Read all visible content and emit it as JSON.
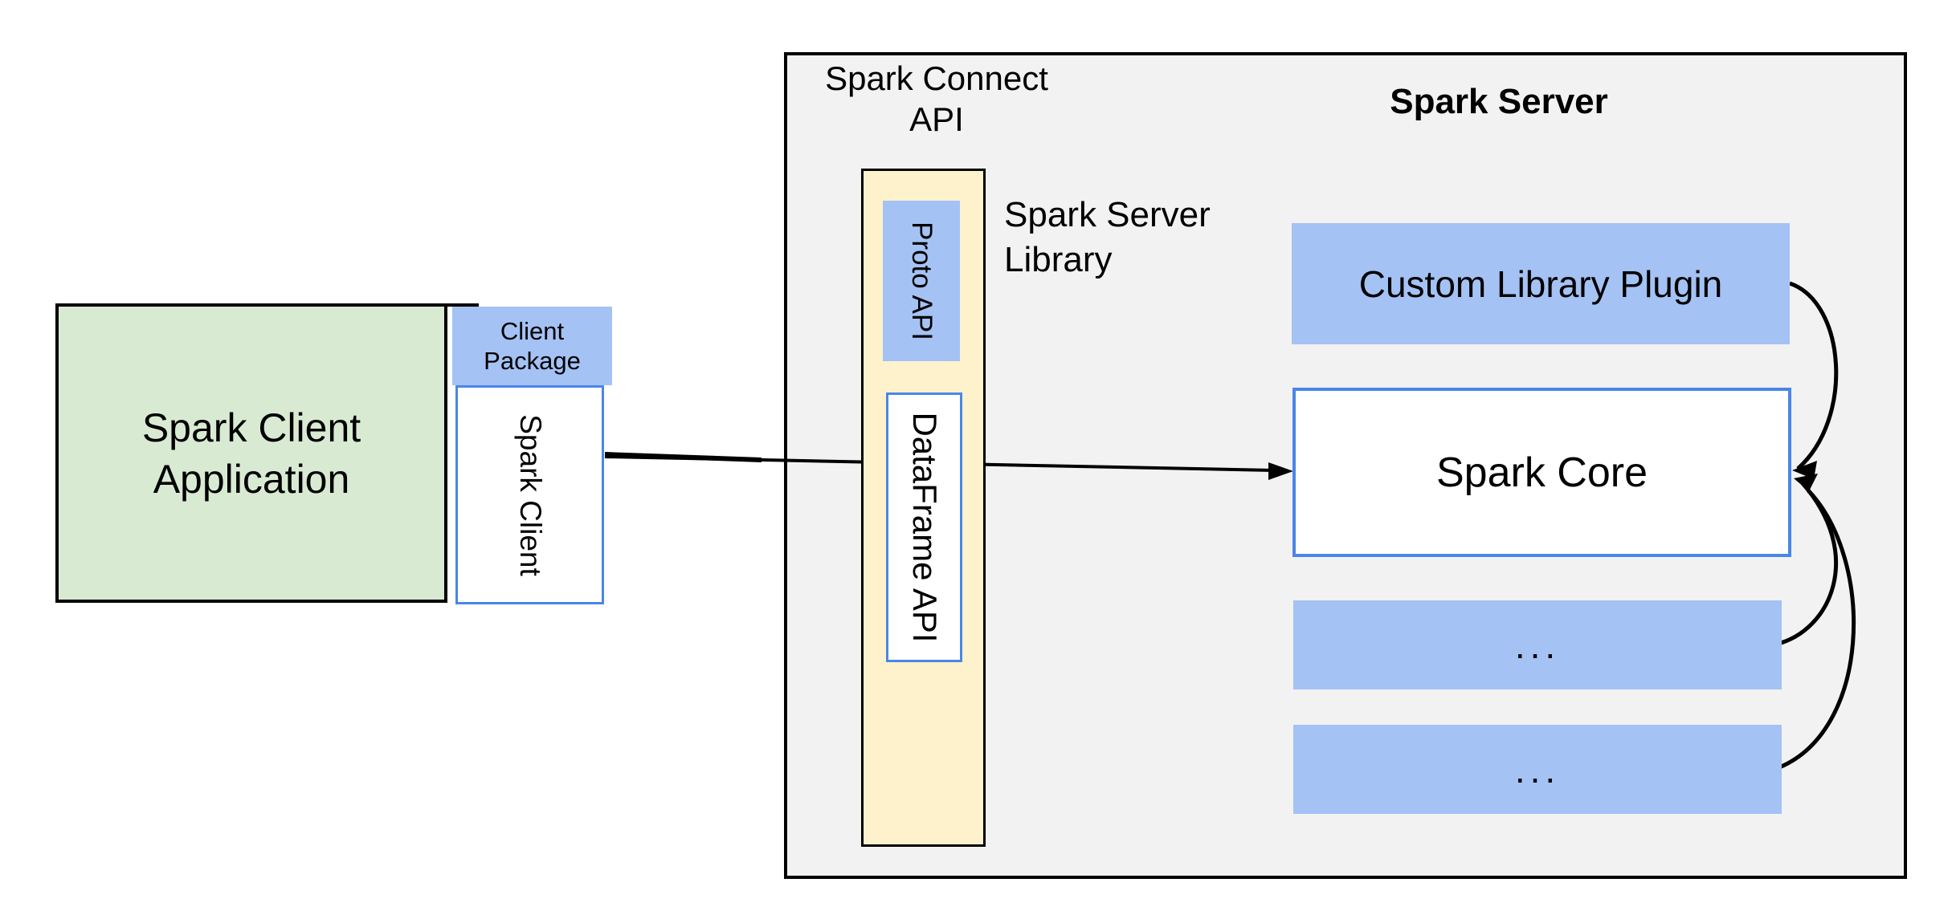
{
  "palette": {
    "box_blue": "#a4c2f4",
    "box_green": "#d9ead3",
    "box_yellow": "#fdf2cc",
    "panel_gray": "#f2f2f2",
    "border_blue": "#4a86e8",
    "line_black": "#000000"
  },
  "client": {
    "app_line1": "Spark Client",
    "app_line2": "Application",
    "package_line1": "Client",
    "package_line2": "Package",
    "client_box": "Spark Client"
  },
  "connect": {
    "api_line1": "Spark Connect",
    "api_line2": "API",
    "proto": "Proto API",
    "dataframe": "DataFrame API",
    "library_line1": "Spark Server",
    "library_line2": "Library"
  },
  "server": {
    "title": "Spark Server",
    "plugin": "Custom Library Plugin",
    "core": "Spark Core",
    "slot1": "...",
    "slot2": "..."
  }
}
